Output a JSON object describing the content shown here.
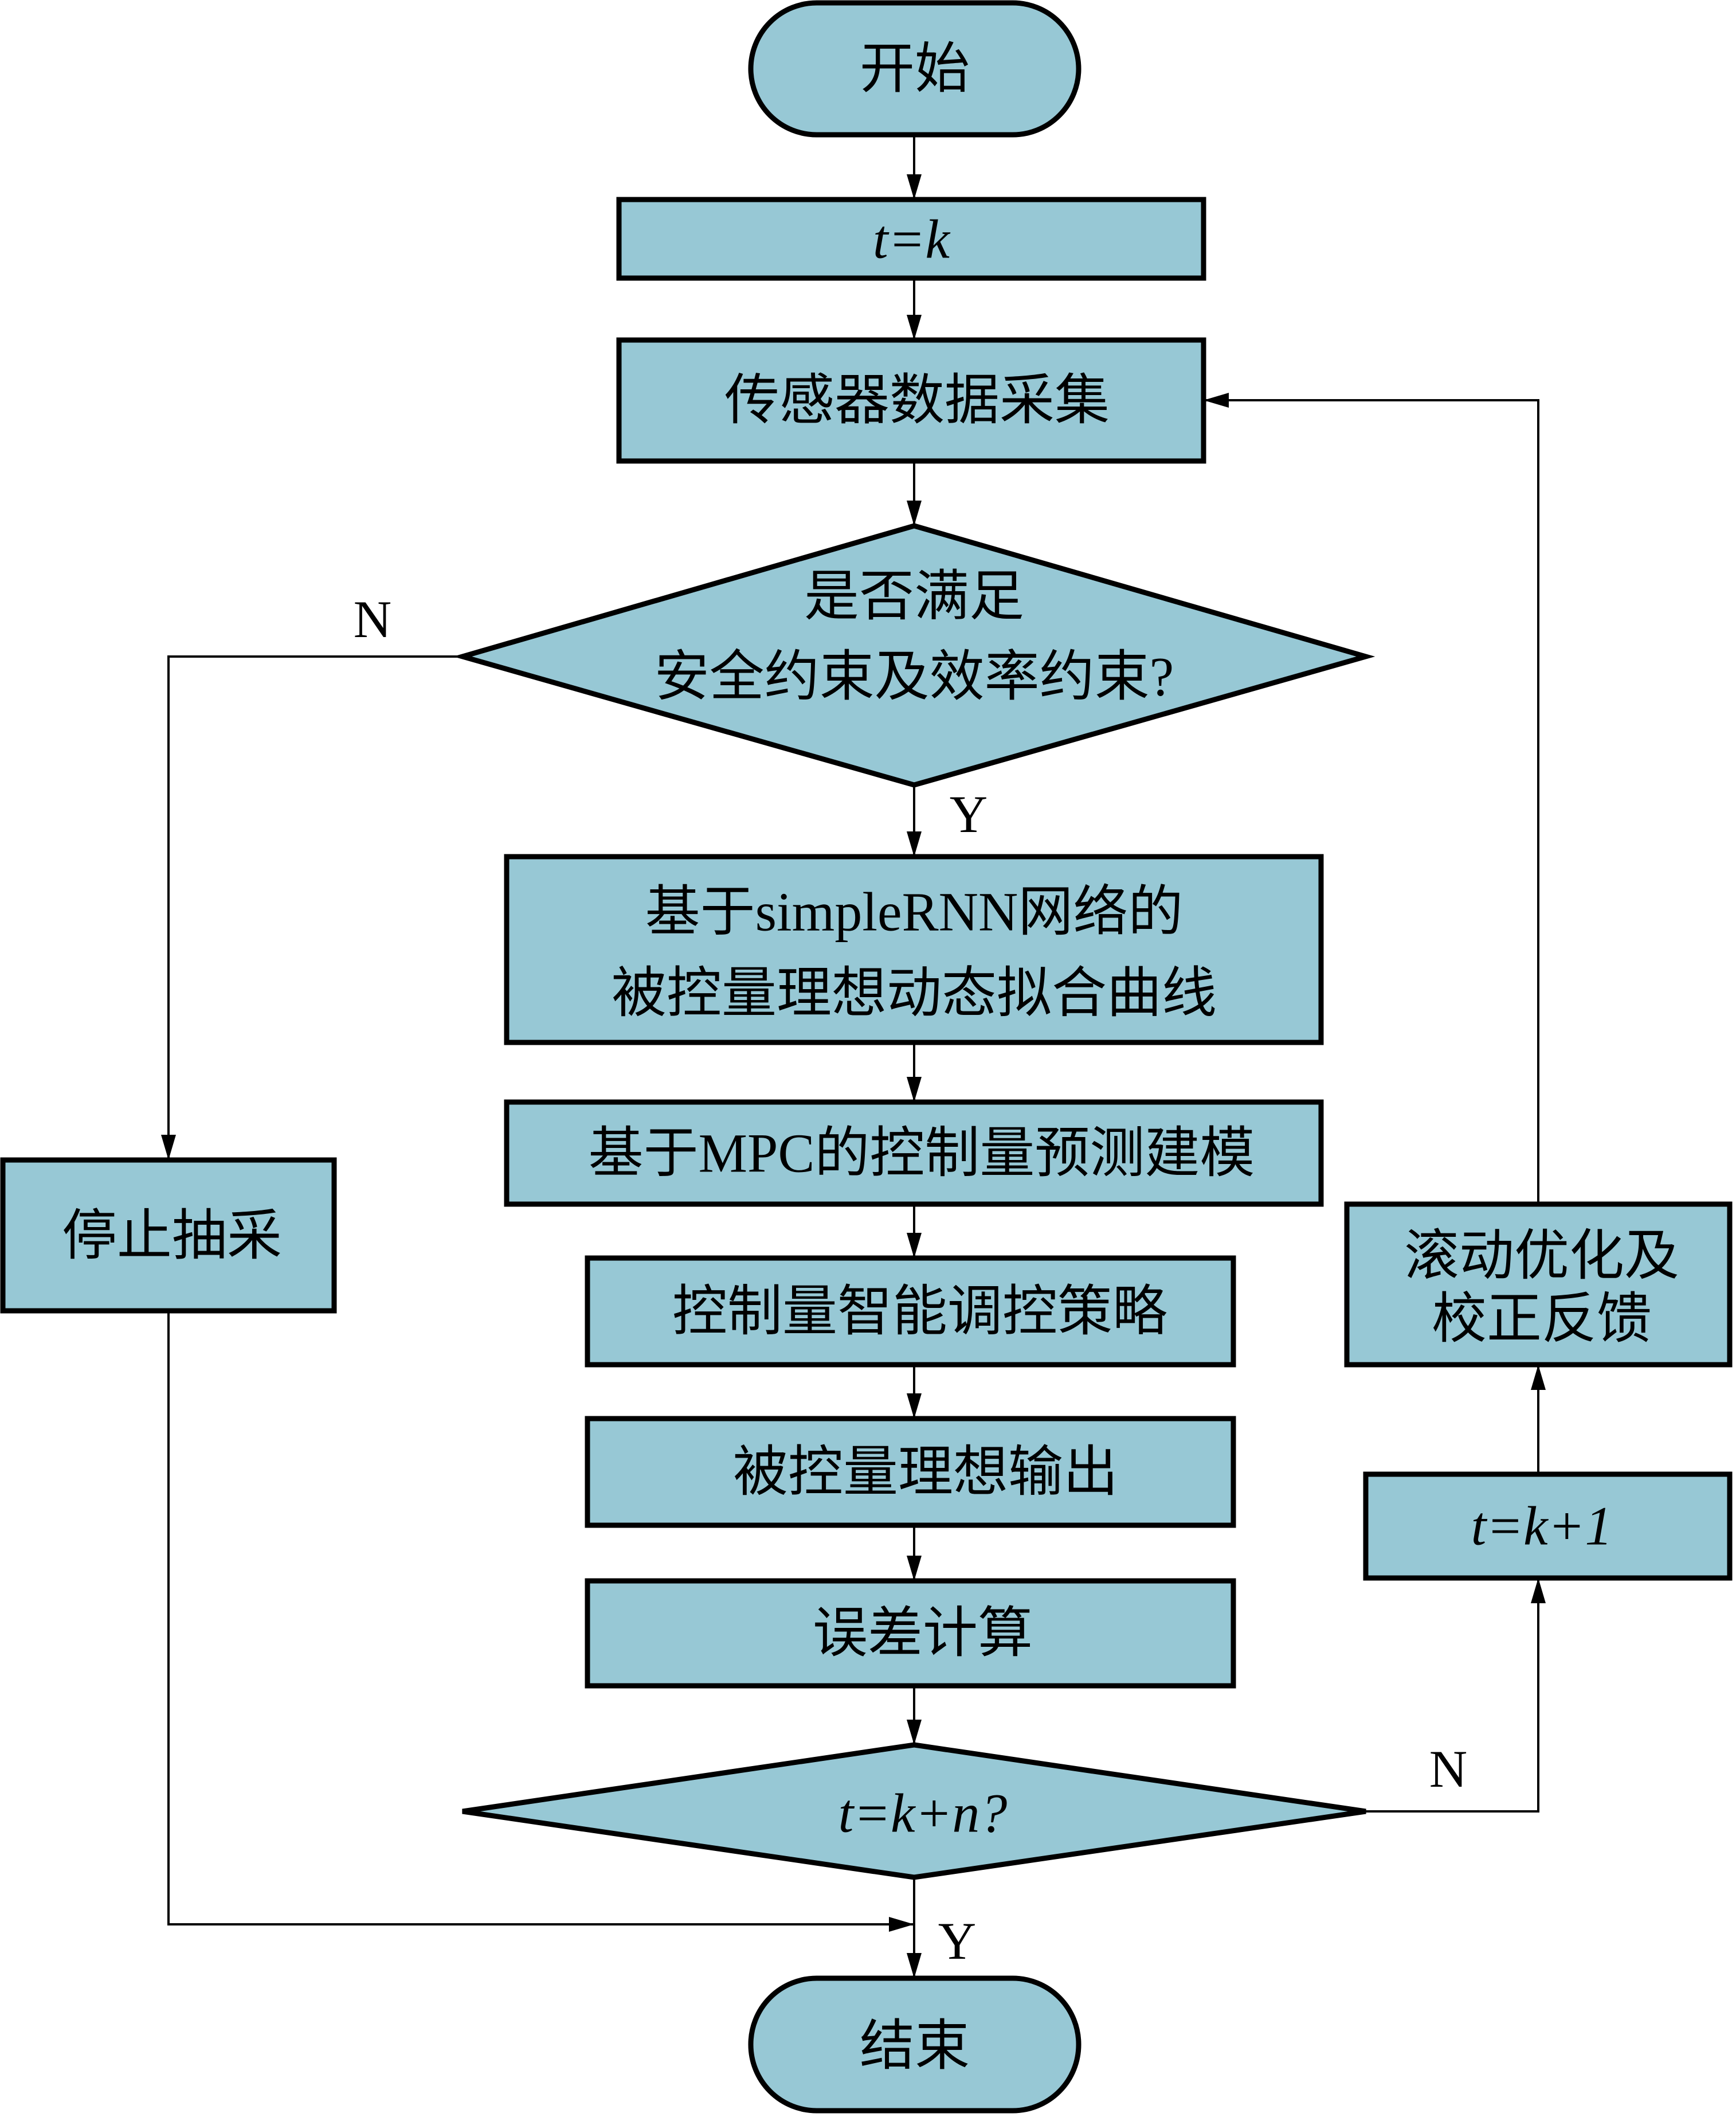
{
  "flowchart": {
    "fill_color": "#97C8D5",
    "nodes": {
      "start": "开始",
      "init": "t=k",
      "sensor": "传感器数据采集",
      "decision1_line1": "是否满足",
      "decision1_line2": "安全约束及效率约束?",
      "rnn_line1": "基于simpleRNN网络的",
      "rnn_line2": "被控量理想动态拟合曲线",
      "mpc": "基于MPC的控制量预测建模",
      "strategy": "控制量智能调控策略",
      "ideal_output": "被控量理想输出",
      "error": "误差计算",
      "decision2": "t=k+n?",
      "end": "结束",
      "stop": "停止抽采",
      "feedback_line1": "滚动优化及",
      "feedback_line2": "校正反馈",
      "increment": "t=k+1"
    },
    "edge_labels": {
      "d1_no": "N",
      "d1_yes": "Y",
      "d2_no": "N",
      "d2_yes": "Y"
    }
  }
}
